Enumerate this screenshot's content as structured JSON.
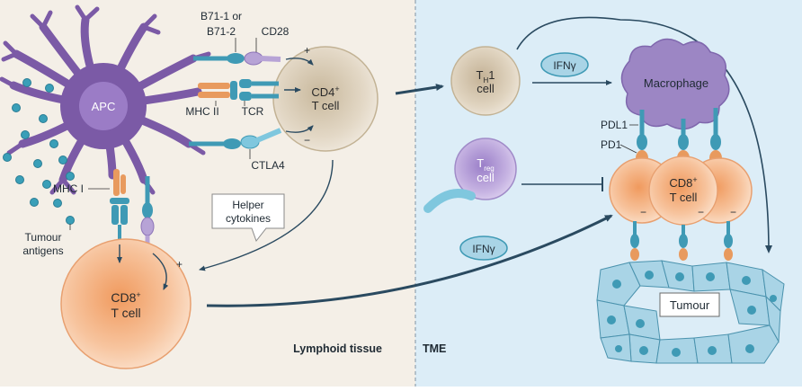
{
  "regions": {
    "left": {
      "label": "Lymphoid tissue"
    },
    "right": {
      "label": "TME"
    }
  },
  "cells": {
    "apc": "APC",
    "cd4": {
      "main": "CD4",
      "sup": "+",
      "line2": "T cell"
    },
    "th1": {
      "main": "T",
      "sub": "H",
      "tail": "1",
      "line2": "cell"
    },
    "treg": {
      "main": "T",
      "sub": "reg",
      "line2": "cell"
    },
    "macrophage": "Macrophage",
    "cd8_tme": {
      "main": "CD8",
      "sup": "+",
      "line2": "T cell"
    },
    "cd8_lymph": {
      "main": "CD8",
      "sup": "+",
      "line2": "T cell"
    },
    "tumour": "Tumour"
  },
  "labels": {
    "b71": {
      "line1": "B71-1 or",
      "line2": "B71-2"
    },
    "cd28": "CD28",
    "mhc2": "MHC II",
    "tcr": "TCR",
    "ctla4": "CTLA4",
    "mhc1": "MHC I",
    "tumour_antigens": {
      "line1": "Tumour",
      "line2": "antigens"
    },
    "helper_cytokines": {
      "line1": "Helper",
      "line2": "cytokines"
    },
    "ifng_top": "IFNγ",
    "ifng_bottom": "IFNγ",
    "pdl1": "PDL1",
    "pd1": "PD1"
  },
  "signs": {
    "cd28_plus": "+",
    "ctla4_minus": "−",
    "cd8_plus": "+",
    "tme_minus_1": "−",
    "tme_minus_2": "−",
    "tme_minus_3": "−"
  },
  "colors": {
    "lymphoid_bg": "#f3ede4",
    "tme_bg": "#dbeef8",
    "apc": "#7b5aa6",
    "cd4": "#d8cbb4",
    "cd8": "#f3b98b",
    "macrophage": "#9c86c4",
    "treg": "#b49bd6",
    "tumour": "#a9d4e6",
    "receptor_teal": "#3f9ab5",
    "receptor_orange": "#e89a5e",
    "arrow": "#2a4a60"
  }
}
